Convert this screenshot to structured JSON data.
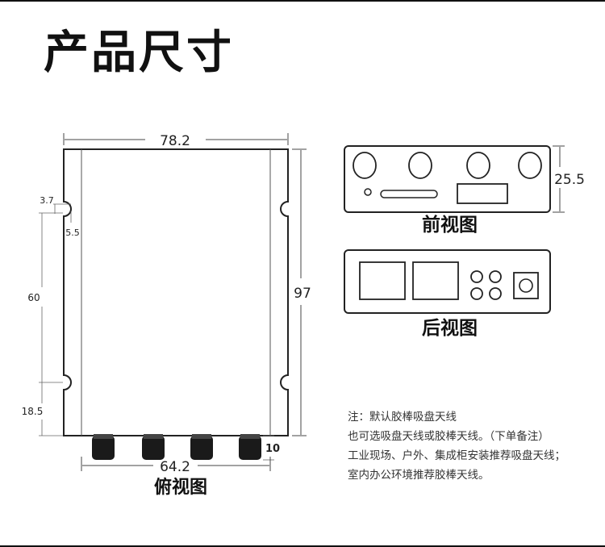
{
  "title": "产品尺寸",
  "top_view": {
    "caption": "俯视图",
    "dimensions": {
      "overall_width": "78.2",
      "overall_height": "97",
      "inner_width": "64.2",
      "slot_offset": "3.7",
      "slot_width": "5.5",
      "slot_spacing": "60",
      "bottom_offset": "18.5",
      "connector_height": "10"
    }
  },
  "front_view": {
    "caption": "前视图",
    "dimensions": {
      "height": "25.5"
    }
  },
  "rear_view": {
    "caption": "后视图"
  },
  "notes": [
    "注：默认胶棒吸盘天线",
    "也可选吸盘天线或胶棒天线。（下单备注）",
    "工业现场、户外、集成柜安装推荐吸盘天线；",
    "室内办公环境推荐胶棒天线。"
  ]
}
